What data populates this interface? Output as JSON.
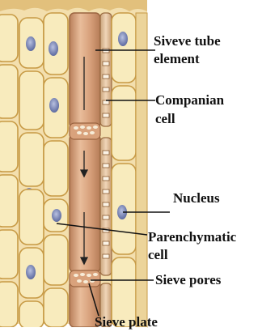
{
  "labels": {
    "sieve_tube_element_line1": "Siveve tube",
    "sieve_tube_element_line2": "element",
    "companion_cell_line1": "Companian",
    "companion_cell_line2": "cell",
    "nucleus": "Nucleus",
    "parenchymatic_cell_line1": "Parenchymatic",
    "parenchymatic_cell_line2": "cell",
    "sieve_pores": "Sieve pores",
    "sieve_plate": "Sieve plate"
  },
  "colors": {
    "parenchyma_fill": "#f7e9b8",
    "parenchyma_edge": "#c79a45",
    "nucleus_fill": "#7c88b8",
    "sieve_tube_fill": "#d9a582",
    "sieve_tube_highlight": "#f0d4bc",
    "companion_fill": "#e9c9a6",
    "leader_line": "#111111"
  }
}
